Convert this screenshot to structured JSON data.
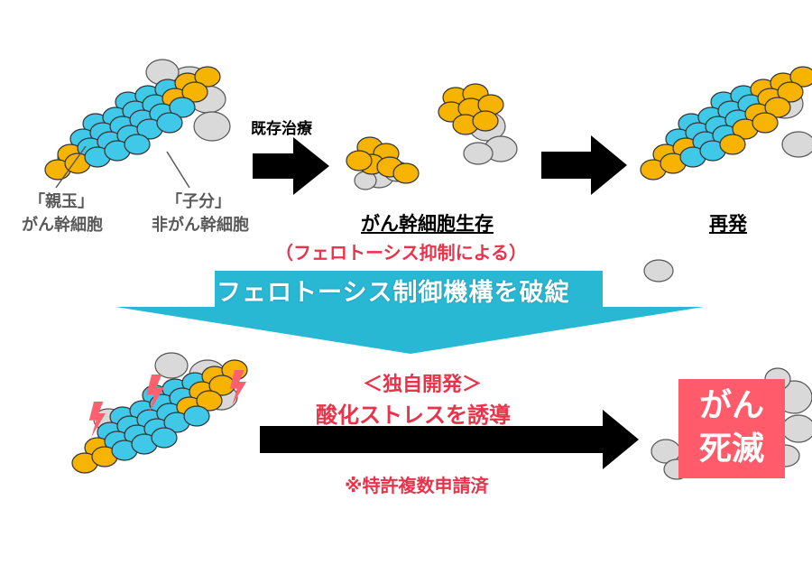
{
  "colors": {
    "cancer_stem_cell": "#f6b400",
    "non_stem_cell": "#3fc8e8",
    "normal_tissue": "#d9d9d9",
    "banner": "#29b8d4",
    "accent_red": "#e8344a",
    "result_box": "#ff5b6b",
    "arrow": "#000000"
  },
  "top": {
    "therapy_label": "既存治療",
    "parent_label_line1": "「親玉」",
    "parent_label_line2": "がん幹細胞",
    "child_label_line1": "「子分」",
    "child_label_line2": "非がん幹細胞",
    "survival_label": "がん幹細胞生存",
    "survival_reason": "（フェロトーシス抑制による）",
    "recurrence_label": "再発"
  },
  "banner": {
    "text": "フェロトーシス制御機構を破綻"
  },
  "bottom": {
    "original_dev": "＜独自開発＞",
    "induce_stress": "酸化ストレスを誘導",
    "patent": "※特許複数申請済",
    "result_line1": "がん",
    "result_line2": "死滅"
  },
  "icons": [
    "lightning-bolt-icon",
    "arrow-right-icon"
  ]
}
